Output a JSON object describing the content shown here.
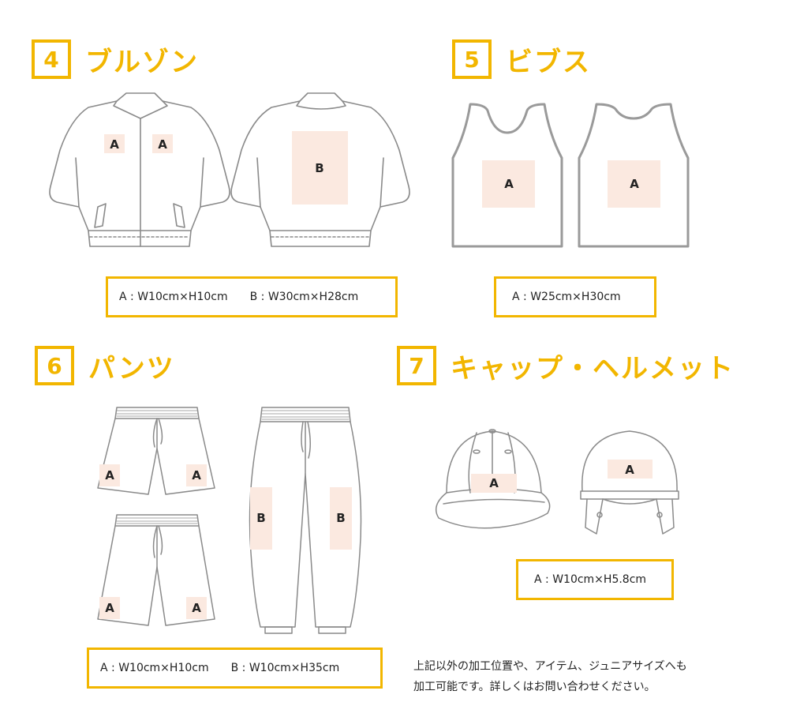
{
  "sections": {
    "blouson": {
      "number": "4",
      "title": "ブルゾン",
      "spec_a": "A : W10cm×H10cm",
      "spec_b": "B : W30cm×H28cm"
    },
    "bibs": {
      "number": "5",
      "title": "ビブス",
      "spec_a": "A : W25cm×H30cm"
    },
    "pants": {
      "number": "6",
      "title": "パンツ",
      "spec_a": "A : W10cm×H10cm",
      "spec_b": "B : W10cm×H35cm"
    },
    "cap": {
      "number": "7",
      "title": "キャップ・ヘルメット",
      "spec_a": "A : W10cm×H5.8cm"
    }
  },
  "zones": {
    "a": "A",
    "b": "B"
  },
  "note": {
    "line1": "上記以外の加工位置や、アイテム、ジュニアサイズへも",
    "line2": "加工可能です。詳しくはお問い合わせください。"
  },
  "colors": {
    "accent": "#f2b600",
    "zone_fill": "#fbe9e0",
    "outline": "#8a8a8a"
  }
}
